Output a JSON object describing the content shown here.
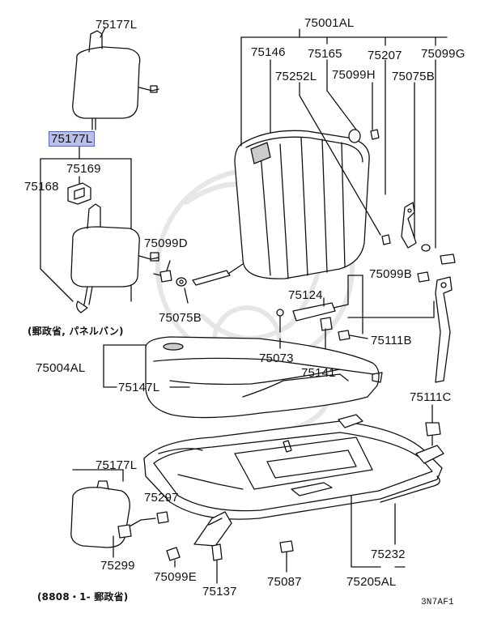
{
  "parts": {
    "headrest_upper": "75177L",
    "headrest_selected": "75177L",
    "escutcheon": "75169",
    "support": "75168",
    "bolt_left": "75099D",
    "washer_left": "75075B",
    "note_headrest": "(郵政省, パネルバン)",
    "cushion_assy": "75004AL",
    "cushion_pad": "75073",
    "cushion_cover": "75147L",
    "back_assy": "75001AL",
    "back_pad": "75146",
    "back_knob": "75165",
    "back_hinge": "75207",
    "back_bolt_g": "75099G",
    "back_plug": "75252L",
    "back_bolt_h": "75099H",
    "back_washer": "75075B",
    "bracket": "75124",
    "bolt_b": "75099B",
    "spacer": "75141",
    "bolt_right_b": "75111B",
    "bolt_right_c": "75111C",
    "headrest_lower": "75177L",
    "guide": "75297",
    "lower_bolt": "75299",
    "lower_bolt_e": "75099E",
    "lock": "75137",
    "nut": "75087",
    "frame": "75232",
    "frame_assy": "75205AL",
    "note_date": "(8808・1- 郵政省)",
    "code": "3N7AF1"
  }
}
